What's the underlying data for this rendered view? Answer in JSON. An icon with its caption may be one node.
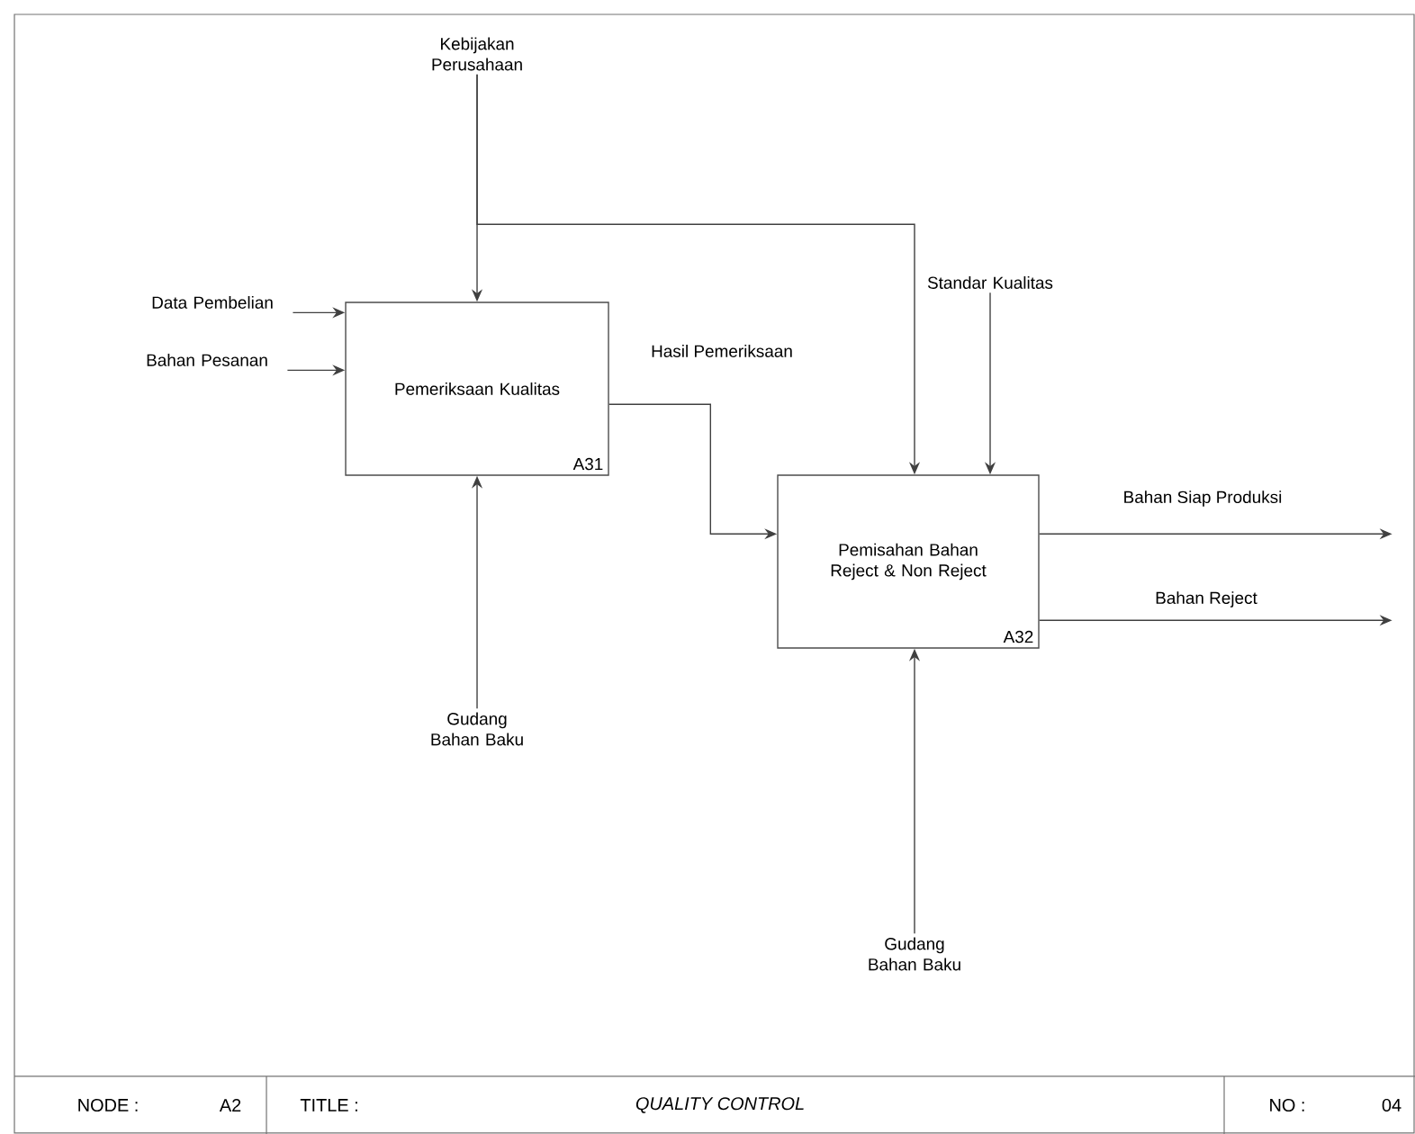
{
  "diagram": {
    "nodes": [
      {
        "text": [
          "Kebijakan Perusahaan"
        ]
      },
      {
        "text": [
          "Data Pembelian"
        ]
      },
      {
        "text": [
          "Bahan Pesanan"
        ]
      },
      {
        "text": [
          "Pemeriksaan Kualitas",
          "A31"
        ]
      },
      {
        "text": [
          "Standar Kualitas"
        ]
      },
      {
        "text": [
          "Pemisahan Bahan Reject & Non Reject",
          "A32"
        ]
      },
      {
        "text": [
          "Gudang Bahan Baku"
        ]
      },
      {
        "text": [
          "Gudang Bahan Baku"
        ]
      }
    ],
    "edges": [
      {
        "from": 0,
        "to": 3,
        "arrow": "to"
      },
      {
        "from": 0,
        "to": 5,
        "arrow": "to"
      },
      {
        "from": 1,
        "to": 3,
        "arrow": "to"
      },
      {
        "from": 2,
        "to": 3,
        "arrow": "to"
      },
      {
        "from": 3,
        "to": 5,
        "arrow": "to",
        "label": "Hasil Pemeriksaan"
      },
      {
        "from": 4,
        "to": 5,
        "arrow": "to"
      },
      {
        "from": 6,
        "to": 3,
        "arrow": "to"
      },
      {
        "from": 7,
        "to": 5,
        "arrow": "to"
      },
      {
        "from": 5,
        "to": null,
        "arrow": "to",
        "label": "Bahan Siap Produksi"
      },
      {
        "from": 5,
        "to": null,
        "arrow": "to",
        "label": "Bahan Reject"
      }
    ],
    "labels": [
      "NODE :",
      "A2",
      "TITLE :",
      "QUALITY CONTROL",
      "NO :",
      "04"
    ]
  }
}
